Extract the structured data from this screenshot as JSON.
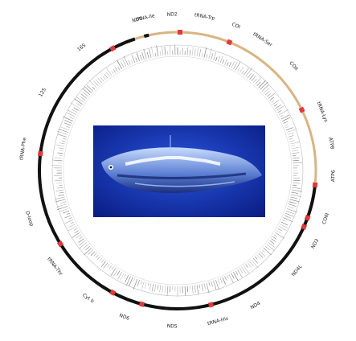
{
  "colors": {
    "background": "#ffffff",
    "outer_ring_dark": "#111111",
    "outer_ring_light": "#d9b483",
    "marker_red": "#e0393b",
    "inner_ring_ticks": "#555555",
    "photo_bg": "#1236b8",
    "photo_highlight": "#e8f2ff"
  },
  "center_image": {
    "subject_icon": "fish-photo"
  },
  "gene_labels": [
    {
      "text": "tRNA-Ile",
      "angle": -12
    },
    {
      "text": "ND2",
      "angle": -2
    },
    {
      "text": "tRNA-Trp",
      "angle": 10
    },
    {
      "text": "COI",
      "angle": 22
    },
    {
      "text": "tRNA-Ser",
      "angle": 33
    },
    {
      "text": "COII",
      "angle": 48
    },
    {
      "text": "tRNA-Lys",
      "angle": 68
    },
    {
      "text": "ATP8",
      "angle": 80
    },
    {
      "text": "ATP6",
      "angle": 92
    },
    {
      "text": "COIII",
      "angle": 108
    },
    {
      "text": "ND3",
      "angle": 118
    },
    {
      "text": "ND4L",
      "angle": 130
    },
    {
      "text": "ND4",
      "angle": 150
    },
    {
      "text": "tRNA-His",
      "angle": 165
    },
    {
      "text": "ND5",
      "angle": 182
    },
    {
      "text": "ND6",
      "angle": 200
    },
    {
      "text": "Cyt b",
      "angle": 215
    },
    {
      "text": "tRNA-Thr",
      "angle": 232
    },
    {
      "text": "D-loop",
      "angle": 252
    },
    {
      "text": "tRNA-Phe",
      "angle": 278
    },
    {
      "text": "12S",
      "angle": 300
    },
    {
      "text": "16S",
      "angle": 322
    },
    {
      "text": "ND1",
      "angle": 345
    }
  ]
}
